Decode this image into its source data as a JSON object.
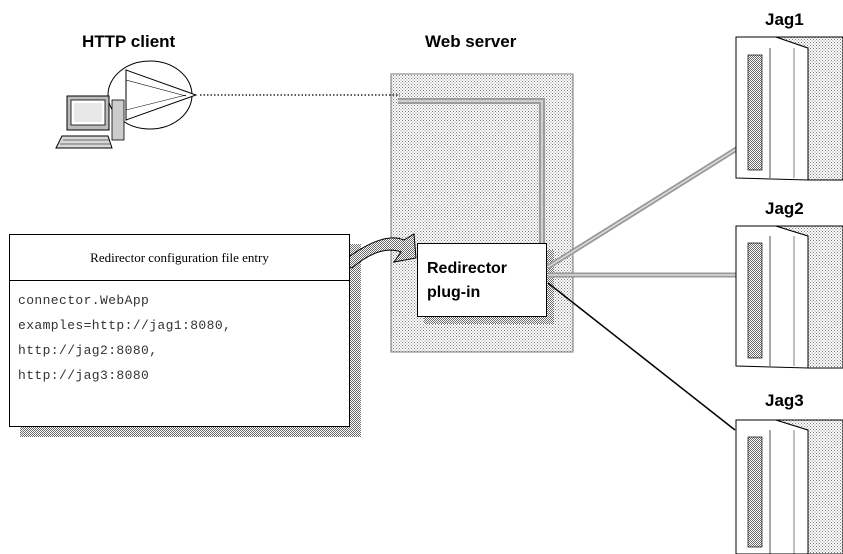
{
  "labels": {
    "http_client": "HTTP client",
    "web_server": "Web server"
  },
  "plugin": {
    "text": "Redirector\nplug-in"
  },
  "config": {
    "title": "Redirector configuration file entry",
    "lines": [
      "connector.WebApp",
      "examples=http://jag1:8080,",
      "http://jag2:8080,",
      "http://jag3:8080"
    ]
  },
  "servers": [
    {
      "label": "Jag1"
    },
    {
      "label": "Jag2"
    },
    {
      "label": "Jag3"
    }
  ],
  "colors": {
    "ink": "#000000",
    "stipple": "#9a9a9a",
    "pipe": "#a8a8a8",
    "monitor_gray": "#c0c0c0"
  },
  "icons": {
    "client": "computer-icon",
    "server": "server-tower-icon"
  }
}
